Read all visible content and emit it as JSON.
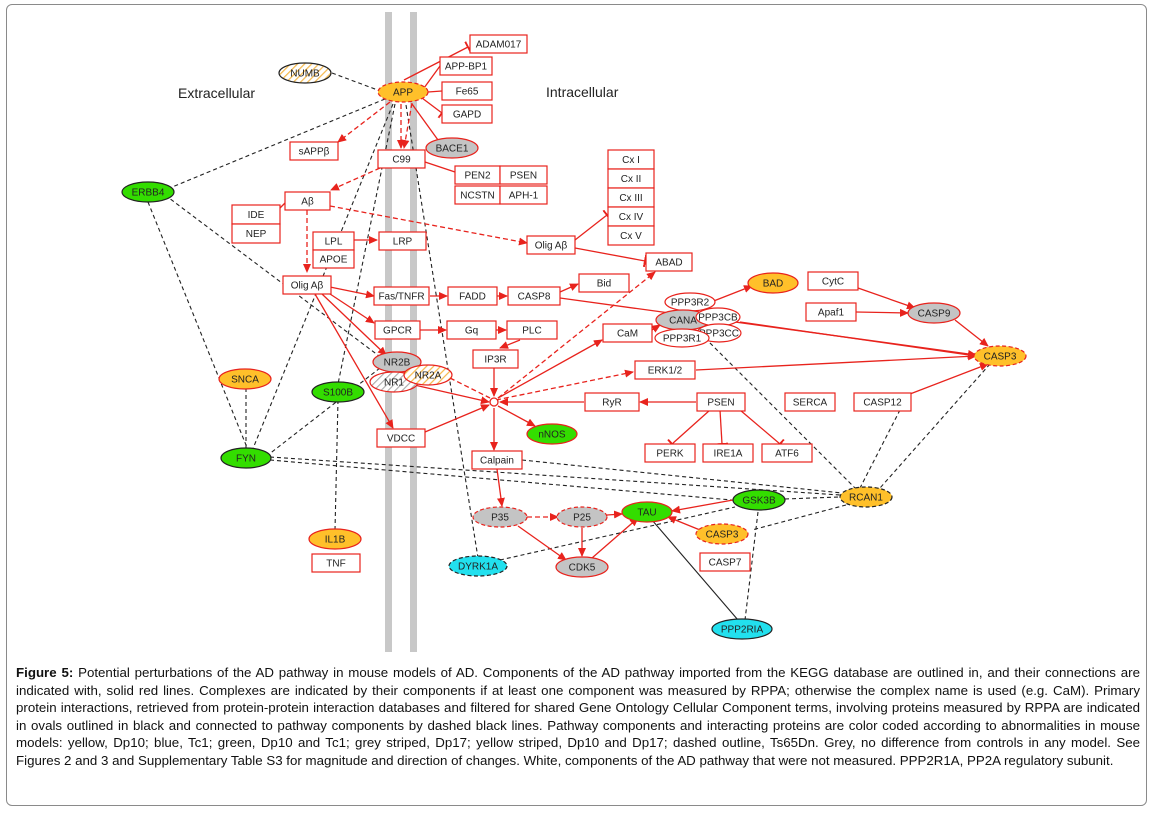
{
  "regions": {
    "extracellular": "Extracellular",
    "intracellular": "Intracellular"
  },
  "colors": {
    "edge_red": "#e8231d",
    "edge_black": "#222222",
    "membrane": "#c8c8c8",
    "yellow": "#ffc02a",
    "green": "#33dd00",
    "blue": "#22e0ee",
    "grey": "#c4c4c4",
    "white": "#ffffff"
  },
  "boxes": {
    "ADAM017": "ADAM017",
    "APPBP1": "APP-BP1",
    "Fe65": "Fe65",
    "GAPD": "GAPD",
    "sAPPb": "sAPPβ",
    "C99": "C99",
    "PEN2": "PEN2",
    "PSEN": "PSEN",
    "NCSTN": "NCSTN",
    "APH1": "APH-1",
    "CxI": "Cx I",
    "CxII": "Cx II",
    "CxIII": "Cx III",
    "CxIV": "Cx IV",
    "CxV": "Cx V",
    "Ab": "Aβ",
    "IDE": "IDE",
    "NEP": "NEP",
    "LPL": "LPL",
    "APOE": "APOE",
    "LRP": "LRP",
    "OligAb1": "Olig Aβ",
    "ABAD": "ABAD",
    "OligAb2": "Olig Aβ",
    "FasTNFR": "Fas/TNFR",
    "FADD": "FADD",
    "CASP8": "CASP8",
    "Bid": "Bid",
    "CytC": "CytC",
    "Apaf1": "Apaf1",
    "GPCR": "GPCR",
    "Gq": "Gq",
    "PLC": "PLC",
    "IP3R": "IP3R",
    "CaM": "CaM",
    "ERK12": "ERK1/2",
    "RyR": "RyR",
    "PSEN2": "PSEN",
    "SERCA": "SERCA",
    "CASP12": "CASP12",
    "PERK": "PERK",
    "IRE1A": "IRE1A",
    "ATF6": "ATF6",
    "VDCC": "VDCC",
    "Calpain": "Calpain",
    "CASP7": "CASP7",
    "TNF": "TNF"
  },
  "ovals": {
    "NUMB": "NUMB",
    "APP": "APP",
    "BACE1": "BACE1",
    "ERBB4": "ERBB4",
    "BAD": "BAD",
    "PPP3R2": "PPP3R2",
    "CANA": "CANA",
    "PPP3CB": "PPP3CB",
    "PPP3CC": "PPP3CC",
    "PPP3R1": "PPP3R1",
    "CASP9": "CASP9",
    "CASP3a": "CASP3",
    "NR2B": "NR2B",
    "NR1": "NR1",
    "NR2A": "NR2A",
    "SNCA": "SNCA",
    "S100B": "S100B",
    "nNOS": "nNOS",
    "FYN": "FYN",
    "RCAN1": "RCAN1",
    "GSK3B": "GSK3B",
    "P35": "P35",
    "P25": "P25",
    "TAU": "TAU",
    "CASP3b": "CASP3",
    "IL1B": "IL1B",
    "DYRK1A": "DYRK1A",
    "CDK5": "CDK5",
    "PPP2RIA": "PPP2RIA"
  },
  "caption": {
    "label": "Figure 5:",
    "text": " Potential perturbations of the AD pathway in mouse models of AD. Components of the AD pathway imported from the KEGG database are outlined in, and their connections are indicated with, solid red lines. Complexes are indicated by their components if at least one component was measured by RPPA; otherwise the complex name is used (e.g. CaM). Primary protein interactions, retrieved from protein-protein interaction databases and filtered for shared Gene Ontology Cellular Component terms, involving proteins measured by RPPA are indicated in ovals outlined in black and connected to pathway components by dashed black lines. Pathway components and interacting proteins are color coded according to abnormalities in mouse models: yellow, Dp10; blue, Tc1; green, Dp10 and Tc1; grey striped, Dp17; yellow striped, Dp10 and Dp17; dashed outline, Ts65Dn. Grey, no difference from controls in any model. See Figures 2 and 3 and Supplementary Table S3 for magnitude and direction of changes. White, components of the AD pathway that were not measured. PPP2R1A, PP2A regulatory subunit."
  }
}
